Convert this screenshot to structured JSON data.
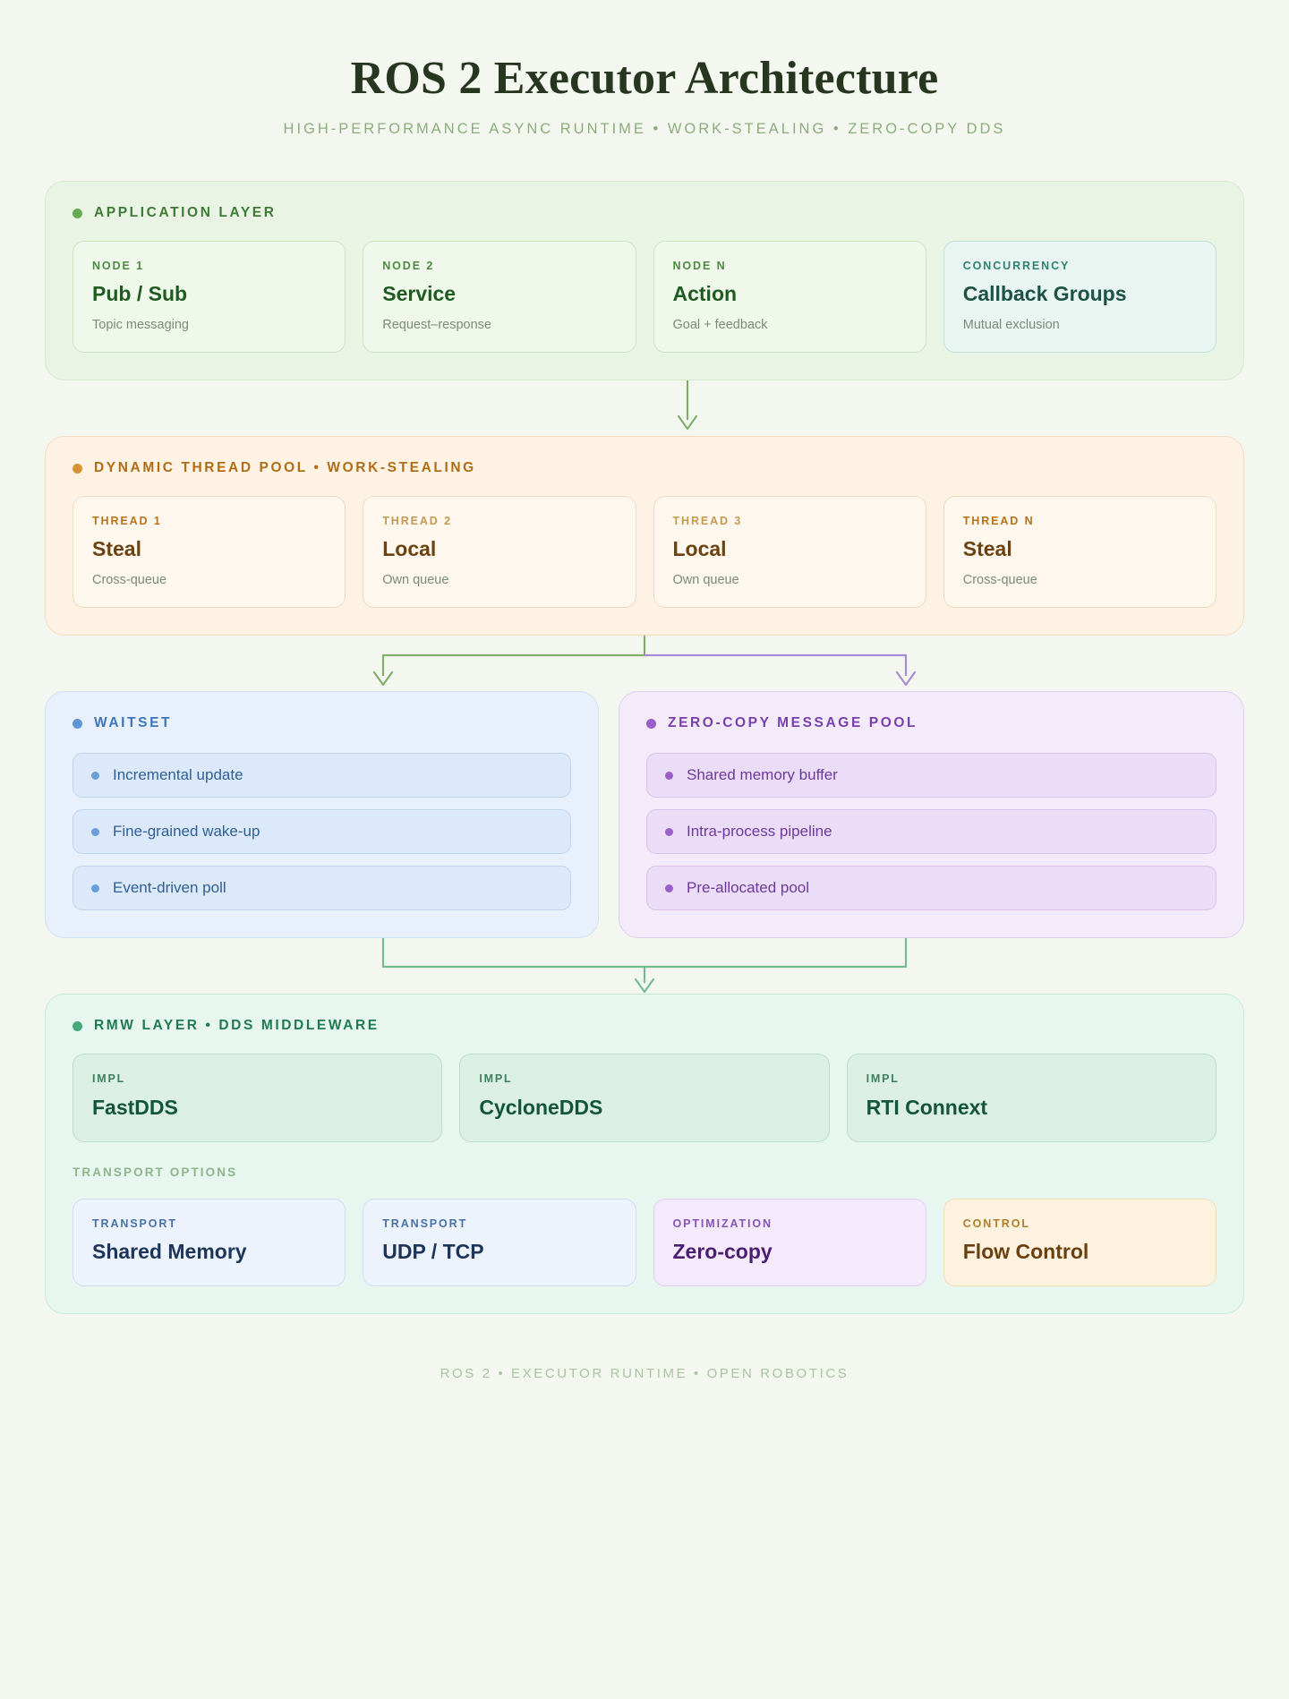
{
  "header": {
    "title": "ROS 2 Executor Architecture",
    "subtitle": "HIGH-PERFORMANCE ASYNC RUNTIME  •  WORK-STEALING  •  ZERO-COPY DDS"
  },
  "application_layer": {
    "title": "APPLICATION LAYER",
    "accent": "#67aa52",
    "cards": [
      {
        "eyebrow": "NODE 1",
        "title": "Pub / Sub",
        "sub": "Topic messaging",
        "style": "green"
      },
      {
        "eyebrow": "NODE 2",
        "title": "Service",
        "sub": "Request–response",
        "style": "green"
      },
      {
        "eyebrow": "NODE N",
        "title": "Action",
        "sub": "Goal + feedback",
        "style": "green"
      },
      {
        "eyebrow": "CONCURRENCY",
        "title": "Callback Groups",
        "sub": "Mutual exclusion",
        "style": "teal"
      }
    ]
  },
  "thread_pool_layer": {
    "title": "DYNAMIC THREAD POOL  •  WORK-STEALING",
    "accent": "#d99233",
    "cards": [
      {
        "eyebrow": "THREAD 1",
        "title": "Steal",
        "sub": "Cross-queue",
        "eyebrow_style": "amber"
      },
      {
        "eyebrow": "THREAD 2",
        "title": "Local",
        "sub": "Own queue",
        "eyebrow_style": "tan"
      },
      {
        "eyebrow": "THREAD 3",
        "title": "Local",
        "sub": "Own queue",
        "eyebrow_style": "tan"
      },
      {
        "eyebrow": "THREAD N",
        "title": "Steal",
        "sub": "Cross-queue",
        "eyebrow_style": "amber"
      }
    ]
  },
  "waitset_layer": {
    "title": "WAITSET",
    "accent": "#5f96d4",
    "items": [
      {
        "label": "Incremental update"
      },
      {
        "label": "Fine-grained wake-up"
      },
      {
        "label": "Event-driven poll"
      }
    ]
  },
  "zerocopy_layer": {
    "title": "ZERO-COPY MESSAGE POOL",
    "accent": "#9b5fc9",
    "items": [
      {
        "label": "Shared memory buffer"
      },
      {
        "label": "Intra-process pipeline"
      },
      {
        "label": "Pre-allocated pool"
      }
    ]
  },
  "rmw_layer": {
    "title": "RMW LAYER  •  DDS MIDDLEWARE",
    "accent": "#46a97a",
    "implementations": [
      {
        "eyebrow": "IMPL",
        "title": "FastDDS"
      },
      {
        "eyebrow": "IMPL",
        "title": "CycloneDDS"
      },
      {
        "eyebrow": "IMPL",
        "title": "RTI Connext"
      }
    ],
    "transport_heading": "TRANSPORT OPTIONS",
    "transports": [
      {
        "eyebrow": "TRANSPORT",
        "title": "Shared Memory",
        "style": "lightblue"
      },
      {
        "eyebrow": "TRANSPORT",
        "title": "UDP / TCP",
        "style": "lightblue"
      },
      {
        "eyebrow": "OPTIMIZATION",
        "title": "Zero-copy",
        "style": "lilac"
      },
      {
        "eyebrow": "CONTROL",
        "title": "Flow Control",
        "style": "apricot"
      }
    ]
  },
  "connectors": {
    "green": "#7fb069",
    "purple": "#a78bd4",
    "teal_green": "#74bd94"
  },
  "footer": {
    "text": "ROS 2  •  EXECUTOR RUNTIME  •  OPEN ROBOTICS"
  }
}
